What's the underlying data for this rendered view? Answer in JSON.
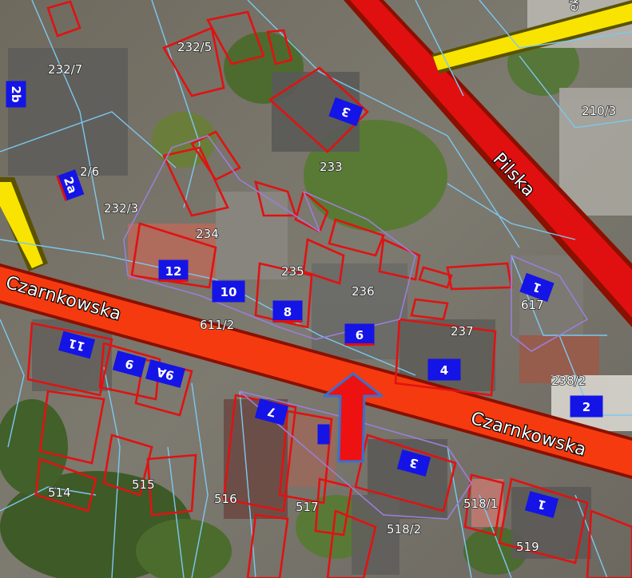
{
  "map": {
    "streets": {
      "czarnkowska_west": "Czarnkowska",
      "czarnkowska_east": "Czarnkowska",
      "pilska": "Pilska",
      "top_right_fragment": "ek"
    },
    "parcels": [
      "232/7",
      "232/5",
      "233",
      "232/3",
      "234",
      "235",
      "236",
      "237",
      "238/2",
      "210/3",
      "514",
      "515",
      "516",
      "517",
      "518/1",
      "518/2",
      "519",
      "2/6",
      "611/2",
      "617"
    ],
    "house_numbers": [
      "2b",
      "2a",
      "3",
      "12",
      "10",
      "8",
      "6",
      "4",
      "1",
      "2",
      "11",
      "9",
      "9A",
      "7",
      "3",
      "1"
    ],
    "colors": {
      "main_road": "#f53a10",
      "main_road_edge": "#8a1000",
      "pilska_road": "#e01010",
      "side_road": "#f8e400",
      "parcel_border": "#7cc8f0",
      "building_outline": "#e01212",
      "house_number_box": "#1414e6",
      "arrow_fill": "#ee1111",
      "arrow_outline": "#3a6fd0"
    },
    "icons": {
      "arrow": "arrow-up-icon"
    }
  }
}
